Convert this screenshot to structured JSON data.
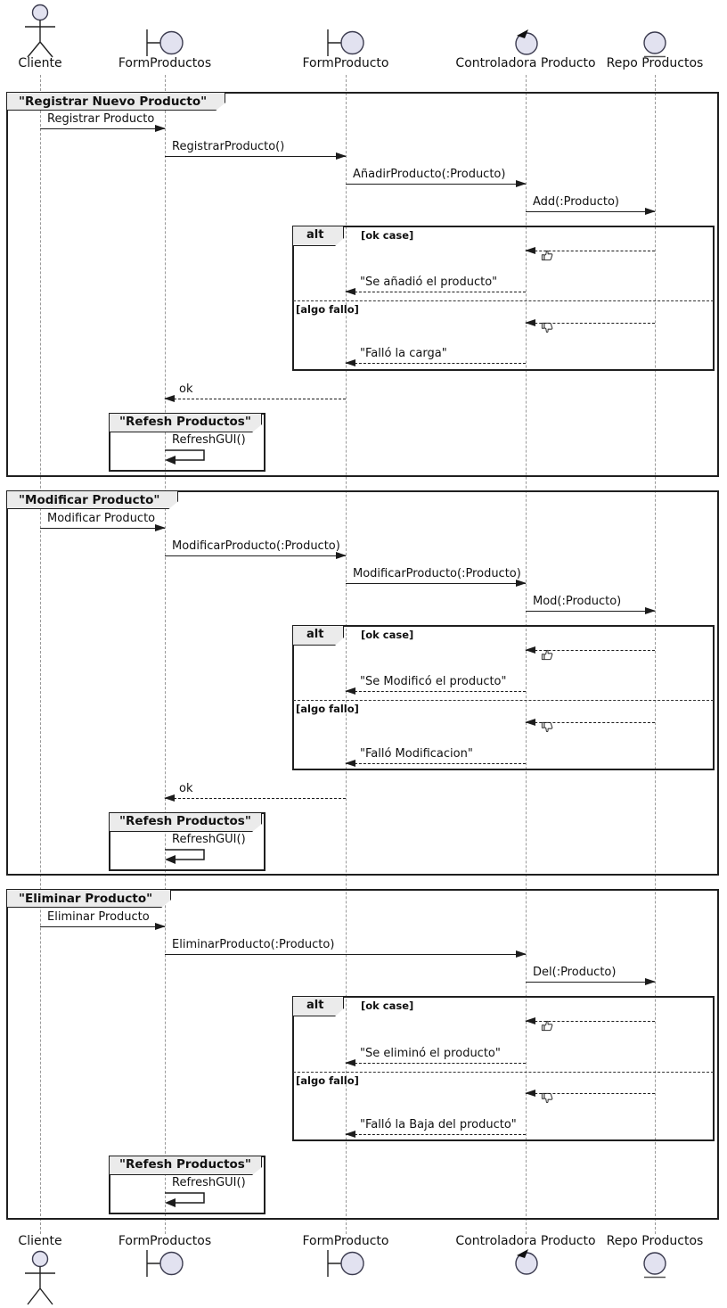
{
  "participants": [
    {
      "label": "Cliente",
      "type": "actor"
    },
    {
      "label": "FormProductos",
      "type": "boundary"
    },
    {
      "label": "FormProducto",
      "type": "boundary"
    },
    {
      "label": "Controladora Producto",
      "type": "control"
    },
    {
      "label": "Repo Productos",
      "type": "entity"
    }
  ],
  "alt": {
    "keyword": "alt",
    "ok_guard": "[ok case]",
    "fail_guard": "[algo fallo]"
  },
  "frames": [
    {
      "title": "\"Registrar Nuevo Producto\"",
      "m1": "Registrar Producto",
      "m2": "RegistrarProducto()",
      "m3": "AñadirProducto(:Producto)",
      "m4": "Add(:Producto)",
      "ok_label": "\"Se añadió el producto\"",
      "fail_label": "\"Falló la carga\"",
      "ack": "ok",
      "refresh_title": "\"Refesh Productos\"",
      "refresh_msg": "RefreshGUI()"
    },
    {
      "title": "\"Modificar Producto\"",
      "m1": "Modificar Producto",
      "m2": "ModificarProducto(:Producto)",
      "m3": "ModificarProducto(:Producto)",
      "m4": "Mod(:Producto)",
      "ok_label": "\"Se Modificó el producto\"",
      "fail_label": "\"Falló Modificacion\"",
      "ack": "ok",
      "refresh_title": "\"Refesh Productos\"",
      "refresh_msg": "RefreshGUI()"
    },
    {
      "title": "\"Eliminar Producto\"",
      "m1": "Eliminar Producto",
      "m2": "EliminarProducto(:Producto)",
      "m4": "Del(:Producto)",
      "ok_label": "\"Se eliminó el producto\"",
      "fail_label": "\"Falló la Baja del producto\"",
      "refresh_title": "\"Refesh Productos\"",
      "refresh_msg": "RefreshGUI()"
    }
  ],
  "icons": {
    "ok_result": "thumbs-up",
    "fail_result": "thumbs-down"
  },
  "colors": {
    "line": "#1c1c1c",
    "lifeline": "#999999",
    "frame_tab_bg": "#ebebeb",
    "icon_fill": "#e2e2f0",
    "icon_stroke": "#3b3b4f"
  }
}
